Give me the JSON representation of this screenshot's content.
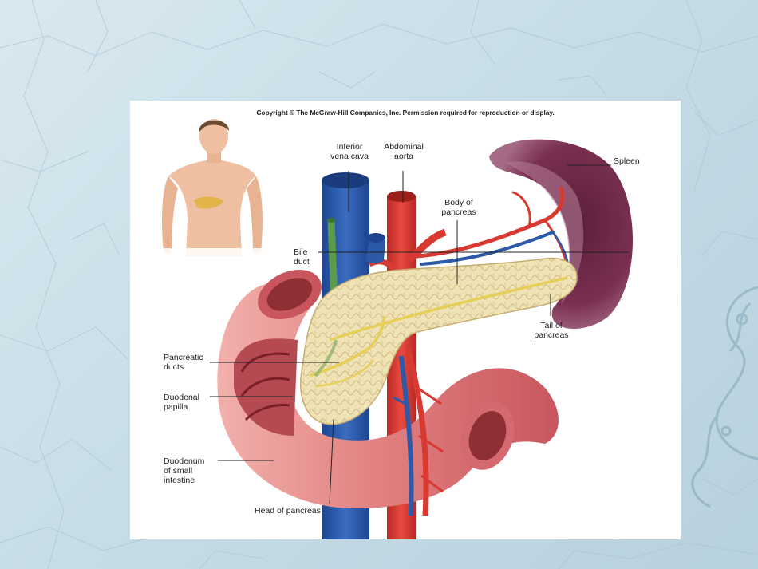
{
  "slide": {
    "background_color": "#c7dde7"
  },
  "figure": {
    "copyright": "Copyright © The McGraw-Hill Companies, Inc. Permission required for reproduction or display.",
    "labels": {
      "inferior_vena_cava": "Inferior\nvena cava",
      "abdominal_aorta": "Abdominal\naorta",
      "spleen": "Spleen",
      "body_of_pancreas": "Body of\npancreas",
      "bile_duct": "Bile\nduct",
      "tail_of_pancreas": "Tail of\npancreas",
      "pancreatic_ducts": "Pancreatic\nducts",
      "duodenal_papilla": "Duodenal\npapilla",
      "duodenum": "Duodenum\nof small\nintestine",
      "head_of_pancreas": "Head of pancreas"
    },
    "colors": {
      "pancreas": "#eee0b0",
      "duodenum": "#e58a8a",
      "spleen": "#7a2f4e",
      "vena_cava": "#2c5aa8",
      "aorta": "#d83a32",
      "bile_duct": "#5c9a4c",
      "duct": "#e6cf58"
    }
  }
}
